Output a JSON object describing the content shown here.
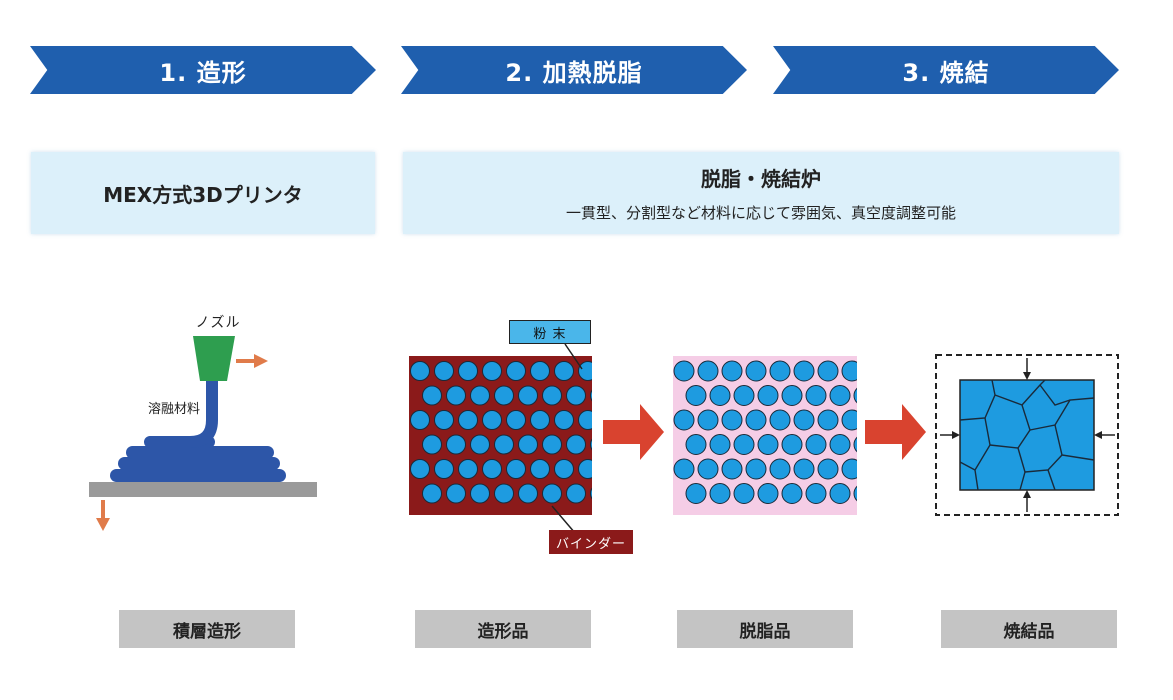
{
  "steps": [
    {
      "label": "1. 造形"
    },
    {
      "label": "2. 加熱脱脂"
    },
    {
      "label": "3. 焼結"
    }
  ],
  "equipment": {
    "printer_title": "MEX方式3Dプリンタ",
    "furnace_title": "脱脂・焼結炉",
    "furnace_description": "一貫型、分割型など材料に応じて雰囲気、真空度調整可能"
  },
  "printer_diagram": {
    "nozzle_label": "ノズル",
    "material_label": "溶融材料"
  },
  "part_diagram": {
    "powder_label": "粉 末",
    "binder_label": "バインダー"
  },
  "bottom_labels": {
    "additive": "積層造形",
    "green_part": "造形品",
    "brown_part": "脱脂品",
    "sintered_part": "焼結品"
  },
  "colors": {
    "arrow_blue": "#1f5fae",
    "light_blue_box": "#dcf0fa",
    "particle_blue": "#1e9be0",
    "binder_red": "#8b1a1a",
    "process_arrow": "#d9432f",
    "nozzle_green": "#2e9e4f",
    "filament_blue": "#2d56a8",
    "motion_arrow_orange": "#e07b4a",
    "label_gray": "#c4c4c4"
  }
}
